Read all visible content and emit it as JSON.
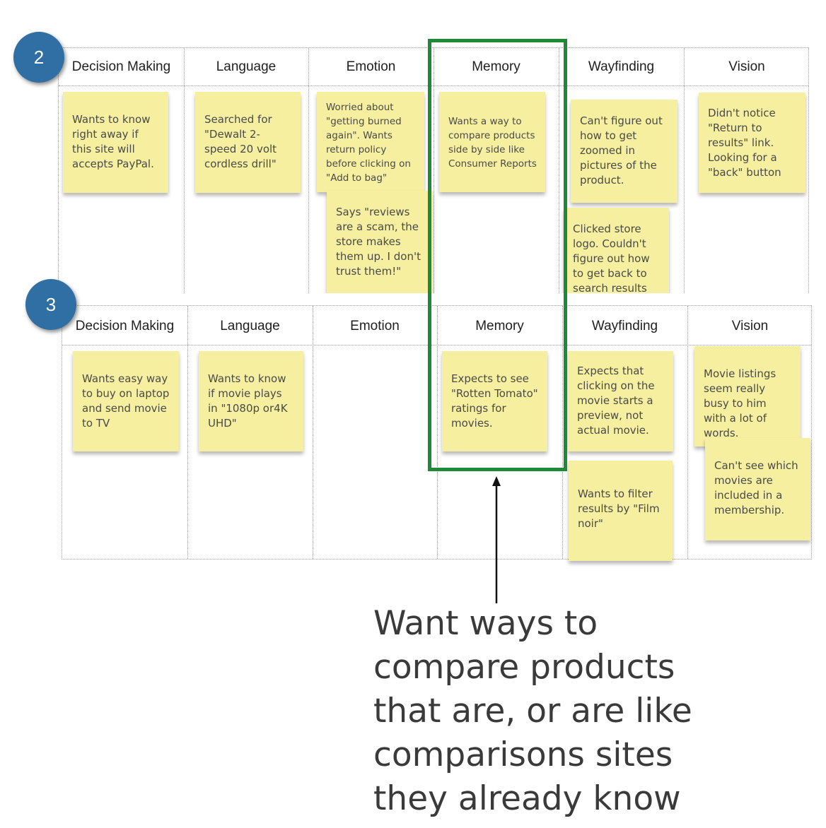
{
  "boards": [
    {
      "badge": "2",
      "columns": [
        "Decision Making",
        "Language",
        "Emotion",
        "Memory",
        "Wayfinding",
        "Vision"
      ],
      "notes": [
        {
          "column": "Decision Making",
          "text": "Wants to know right away if this site will accepts PayPal."
        },
        {
          "column": "Language",
          "text": "Searched for \"Dewalt 2-speed 20 volt cordless drill\""
        },
        {
          "column": "Emotion",
          "text": "Worried about \"getting burned again\". Wants return policy before clicking on \"Add to bag\""
        },
        {
          "column": "Emotion",
          "text": "Says \"reviews are a scam, the store makes them up. I don't trust them!\""
        },
        {
          "column": "Memory",
          "text": "Wants a way to compare products side by side like Consumer Reports"
        },
        {
          "column": "Wayfinding",
          "text": "Can't figure out how to get zoomed in pictures of the product."
        },
        {
          "column": "Wayfinding",
          "text": "Clicked store logo. Couldn't figure out how to get back to search results"
        },
        {
          "column": "Vision",
          "text": "Didn't notice \"Return to results\" link. Looking for a \"back\" button"
        }
      ]
    },
    {
      "badge": "3",
      "columns": [
        "Decision Making",
        "Language",
        "Emotion",
        "Memory",
        "Wayfinding",
        "Vision"
      ],
      "notes": [
        {
          "column": "Decision Making",
          "text": "Wants easy way to buy on laptop and send movie to TV"
        },
        {
          "column": "Language",
          "text": "Wants to know if movie plays in \"1080p or4K UHD\""
        },
        {
          "column": "Memory",
          "text": "Expects to see \"Rotten Tomato\" ratings for movies."
        },
        {
          "column": "Wayfinding",
          "text": "Expects that clicking on the movie starts a preview, not actual movie."
        },
        {
          "column": "Wayfinding",
          "text": "Wants to filter results by \"Film noir\""
        },
        {
          "column": "Vision",
          "text": "Movie listings seem really busy to him with a lot of words."
        },
        {
          "column": "Vision",
          "text": "Can't see which movies are included in a membership."
        }
      ]
    }
  ],
  "caption": "Want ways to\ncompare products\nthat are, or are like\ncomparisons sites\nthey already know",
  "colors": {
    "sticky": "#f6ef9f",
    "badge": "#2f6fa3",
    "highlight": "#1f8a36"
  }
}
